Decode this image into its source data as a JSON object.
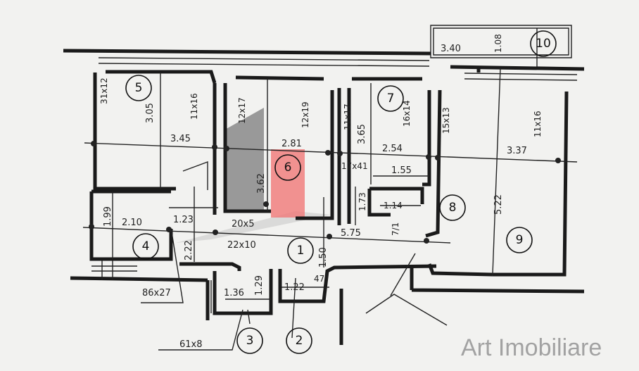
{
  "rooms": [
    {
      "number": "1"
    },
    {
      "number": "2"
    },
    {
      "number": "3"
    },
    {
      "number": "4"
    },
    {
      "number": "5"
    },
    {
      "number": "6"
    },
    {
      "number": "7"
    },
    {
      "number": "8"
    },
    {
      "number": "9"
    },
    {
      "number": "10"
    }
  ],
  "dimensions": {
    "r5_width": "3.45",
    "r5_depth": "3.05",
    "r5_window_left": "31x12",
    "r5_window_right": "11x16",
    "r6_width": "2.81",
    "r6_depth": "3.62",
    "r6_window_left": "12x17",
    "r6_window_right": "12x19",
    "r6_niche": "20x5",
    "r7_width": "2.54",
    "r7_depth": "3.65",
    "r7_window_left": "11x17",
    "r7_window_right": "16x14",
    "r7_small": "17x41",
    "r8_width": "1.55",
    "r8_depth": "1.73",
    "r8_inner": "1.14",
    "r8_small": "7/1",
    "r9_width": "3.37",
    "r9_depth": "5.22",
    "r9_window_left": "15x13",
    "r9_window_right": "11x16",
    "r10_width": "3.40",
    "r10_depth": "1.08",
    "r4_width": "2.10",
    "r4_depth": "1.99",
    "hall_width": "1.23",
    "hall_depth": "2.22",
    "hall_niche": "22x10",
    "corridor_length": "5.75",
    "corridor_depth": "1.50",
    "r3_width": "1.36",
    "r3_depth": "1.29",
    "r2_width": "1.22",
    "r2_mark": "47",
    "stair_note": "86x27",
    "r3_note": "61x8"
  },
  "highlight_color": "#f07878",
  "shade_color": "#8a8a8a",
  "watermark": "Art Imobiliare"
}
